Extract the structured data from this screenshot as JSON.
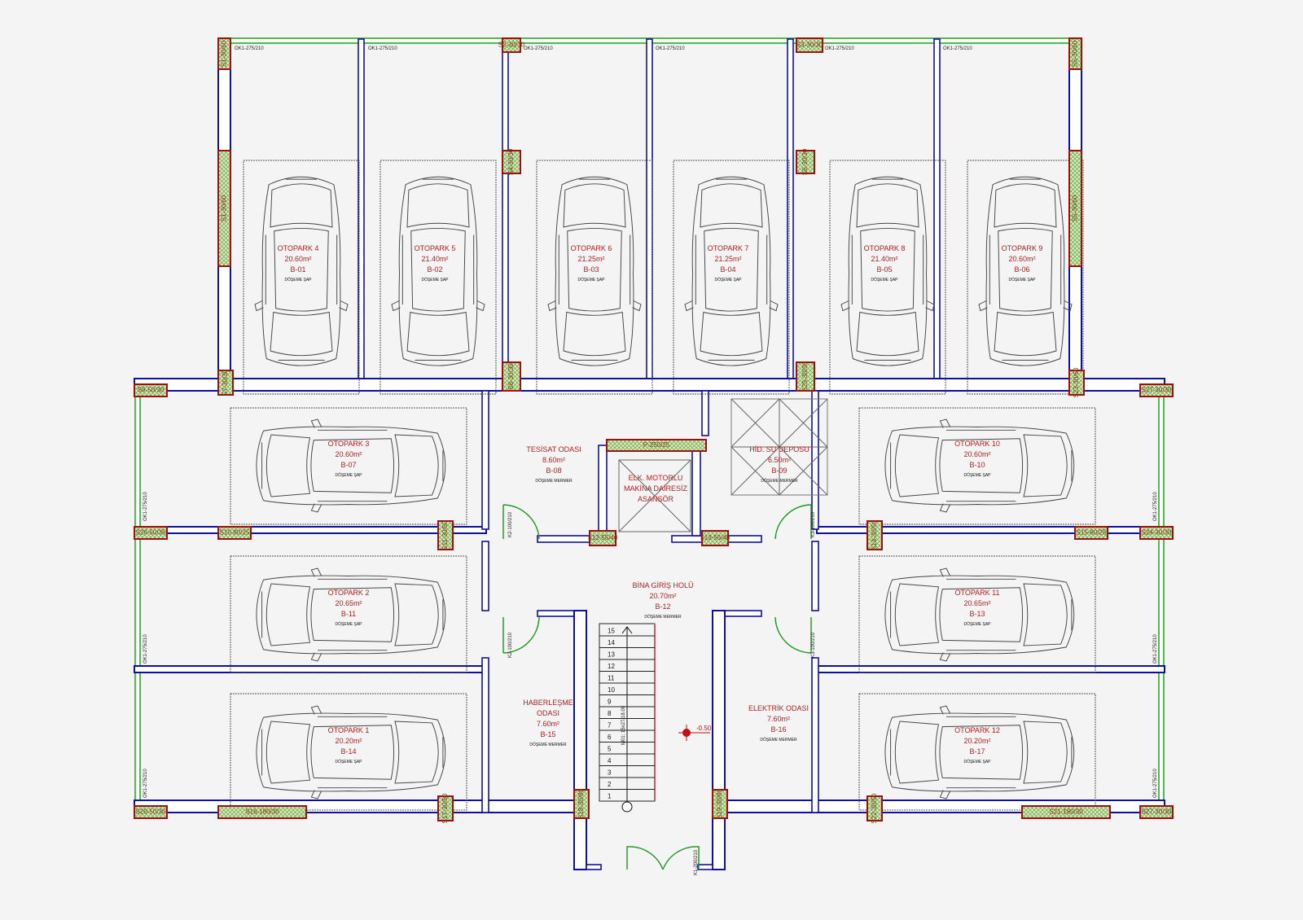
{
  "parking": [
    {
      "name": "OTOPARK 4",
      "area": "20.60m²",
      "code": "B-01",
      "floor": "DÖŞEME ŞAP"
    },
    {
      "name": "OTOPARK 5",
      "area": "21.40m²",
      "code": "B-02",
      "floor": "DÖŞEME ŞAP"
    },
    {
      "name": "OTOPARK 6",
      "area": "21.25m²",
      "code": "B-03",
      "floor": "DÖŞEME ŞAP"
    },
    {
      "name": "OTOPARK 7",
      "area": "21.25m²",
      "code": "B-04",
      "floor": "DÖŞEME ŞAP"
    },
    {
      "name": "OTOPARK 8",
      "area": "21.40m²",
      "code": "B-05",
      "floor": "DÖŞEME ŞAP"
    },
    {
      "name": "OTOPARK 9",
      "area": "20.60m²",
      "code": "B-06",
      "floor": "DÖŞEME ŞAP"
    },
    {
      "name": "OTOPARK 3",
      "area": "20.60m²",
      "code": "B-07",
      "floor": "DÖŞEME ŞAP"
    },
    {
      "name": "OTOPARK 2",
      "area": "20.65m²",
      "code": "B-11",
      "floor": "DÖŞEME ŞAP"
    },
    {
      "name": "OTOPARK 1",
      "area": "20.20m²",
      "code": "B-14",
      "floor": "DÖŞEME ŞAP"
    },
    {
      "name": "OTOPARK 10",
      "area": "20.60m²",
      "code": "B-10",
      "floor": "DÖŞEME ŞAP"
    },
    {
      "name": "OTOPARK 11",
      "area": "20.65m²",
      "code": "B-13",
      "floor": "DÖŞEME ŞAP"
    },
    {
      "name": "OTOPARK 12",
      "area": "20.20m²",
      "code": "B-17",
      "floor": "DÖŞEME ŞAP"
    }
  ],
  "rooms": {
    "tesisat": {
      "name": "TESİSAT ODASI",
      "area": "8.60m²",
      "code": "B-08",
      "floor": "DÖŞEME MERMER"
    },
    "hidsu": {
      "name": "HİD. SU DEPOSU",
      "area": "6.50m²",
      "code": "B-09",
      "floor": "DÖŞEME MERMER"
    },
    "asansor": {
      "line1": "ELK. MOTORLU",
      "line2": "MAKİNA DAİRESİZ",
      "line3": "ASANSÖR"
    },
    "hol": {
      "name": "BİNA GİRİŞ HOLÜ",
      "area": "20.70m²",
      "code": "B-12",
      "floor": "DÖŞEME MERMER"
    },
    "haberlesme": {
      "line1": "HABERLEŞME",
      "line2": "ODASI",
      "area": "7.60m²",
      "code": "B-15",
      "floor": "DÖŞEME MERMER"
    },
    "elektrik": {
      "name": "ELEKTRİK ODASI",
      "area": "7.60m²",
      "code": "B-16",
      "floor": "DÖŞEME MERMER"
    }
  },
  "stair": {
    "label": "M01: 15x27/18.00",
    "steps": [
      "1",
      "2",
      "3",
      "4",
      "5",
      "6",
      "7",
      "8",
      "9",
      "10",
      "11",
      "12",
      "13",
      "14",
      "15"
    ]
  },
  "level": "-0.50",
  "windows": {
    "top": "OK1-275/210",
    "side": "OK1-275/210"
  },
  "doors": {
    "k2": "K2-100/210",
    "k3": "K3-100/210",
    "k1": "K1-200/210"
  },
  "columns": {
    "s1": "S1-30/60",
    "s2": "S2-30/30",
    "s3": "S3-30/30",
    "s4": "S4-30/30",
    "s5": "S5-30/60",
    "s6": "S6-30/30",
    "s7": "S7-30/30",
    "s8": "S8-30/30",
    "s9": "S9-50/30",
    "s10": "S10-80/25",
    "s11": "S11-30/50",
    "s12": "S12-55/40",
    "s13": "S13-55/40",
    "s14": "S14-30/50",
    "s15": "S15-80/25",
    "s16": "S16-180/30",
    "s17": "S17-30/50",
    "s18": "S18-30/80",
    "s19": "S19-30/80",
    "s20": "S20-50/30",
    "s21": "S21-180/30",
    "s22": "S22-30/50",
    "s23": "S23-30/60",
    "s24": "S24-30/30",
    "s25": "S25-30/30",
    "s26": "S26-50/35",
    "s27": "S27-30/30",
    "p": "P-250/25"
  }
}
